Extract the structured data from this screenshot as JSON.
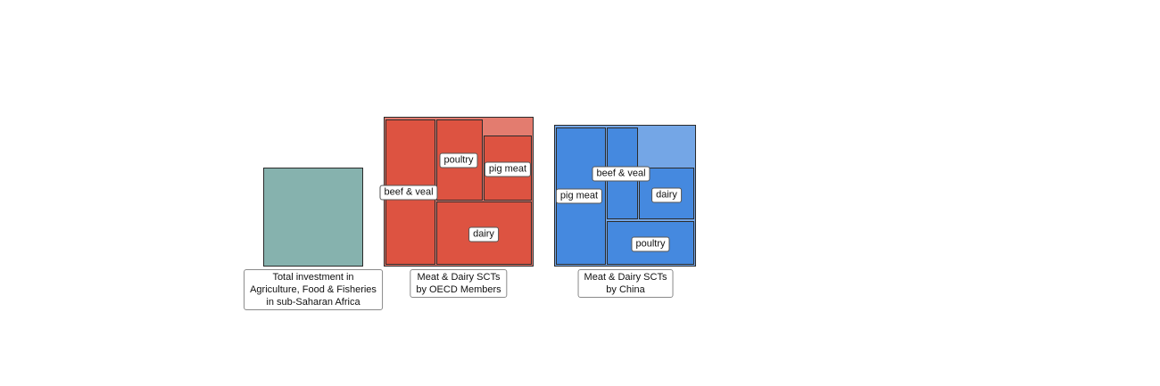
{
  "colors": {
    "total": "#86b2ae",
    "oecd": "#dd5341",
    "oecd_light": "#e37c6f",
    "china": "#4589df",
    "china_light": "#74a6e6",
    "border": "#2b2b2b"
  },
  "total": {
    "caption": [
      "Total investment in",
      "Agriculture, Food & Fisheries",
      "in sub-Saharan Africa"
    ]
  },
  "oecd": {
    "caption": [
      "Meat & Dairy SCTs",
      "by OECD Members"
    ],
    "labels": {
      "beef": "beef & veal",
      "poultry": "poultry",
      "pig": "pig meat",
      "dairy": "dairy"
    }
  },
  "china": {
    "caption": [
      "Meat & Dairy SCTs",
      "by China"
    ],
    "labels": {
      "pig": "pig meat",
      "beef": "beef & veal",
      "dairy": "dairy",
      "poultry": "poultry"
    }
  }
}
